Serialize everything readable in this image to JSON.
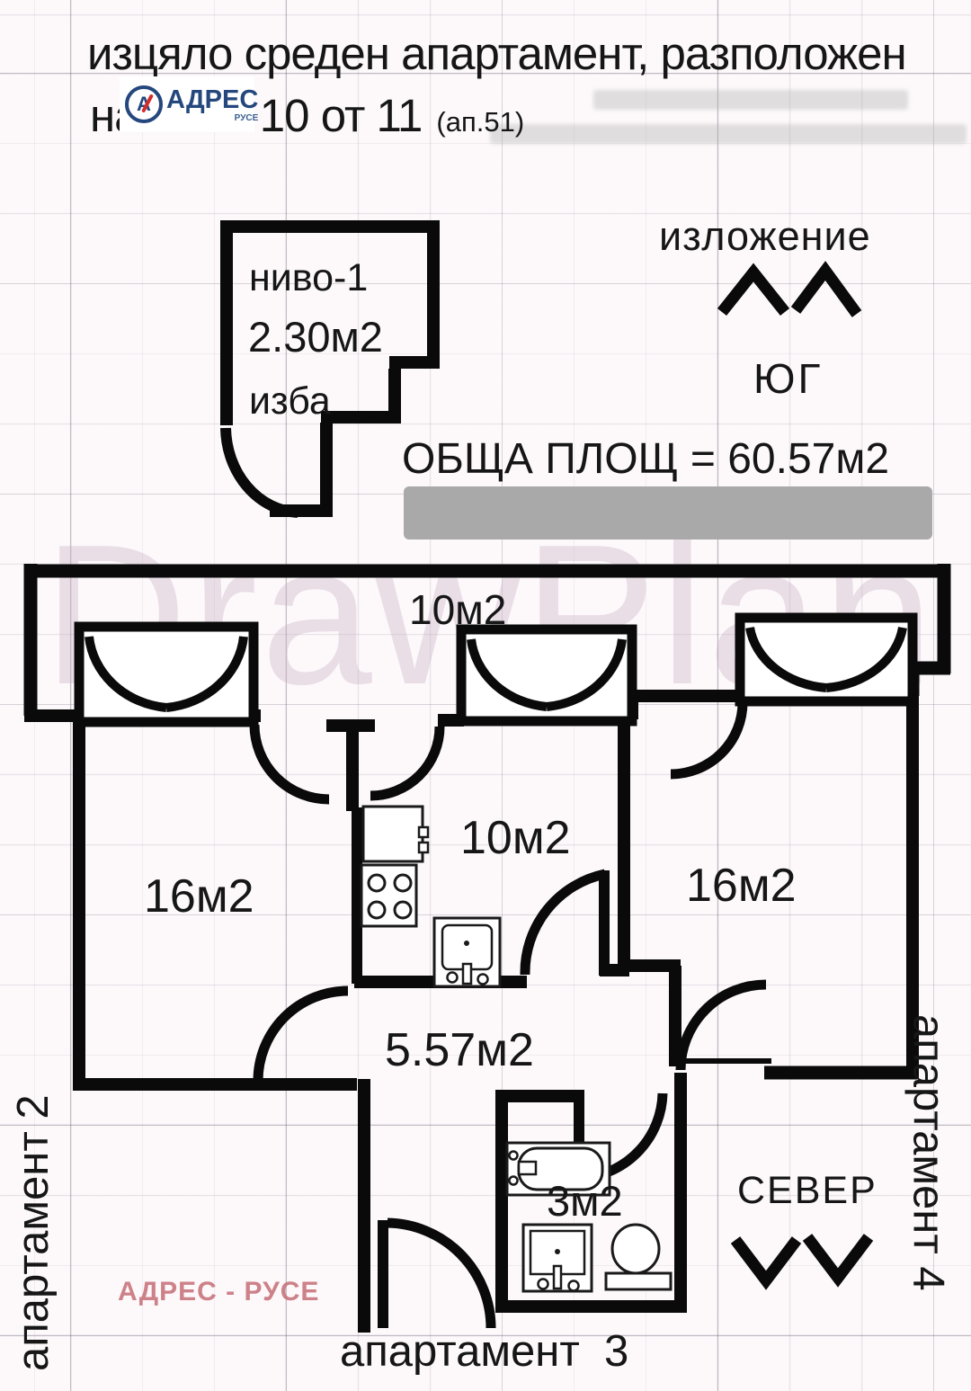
{
  "header": {
    "title_line1": "изцяло среден апартамент, разположен",
    "title_line2": "на етаж 10 от 11",
    "title_suffix": "(ап.51)",
    "logo": {
      "letter": "А",
      "name": "АДРЕС",
      "sub": "РУСЕ"
    }
  },
  "storage_room": {
    "line1": "ниво-1",
    "line2": "2.30м2",
    "line3": "изба"
  },
  "exposure": {
    "label": "изложение",
    "south": "ЮГ",
    "north": "СЕВЕР"
  },
  "total_area": "ОБЩА ПЛОЩ = 60.57м2",
  "rooms": {
    "balcony": "10м2",
    "room_left": "16м2",
    "kitchen": "10м2",
    "room_right": "16м2",
    "corridor": "5.57м2",
    "bathroom": "3м2"
  },
  "neighbors": {
    "left": "апартамент 2",
    "bottom": "апартамент  3",
    "right": "апартамент 4"
  },
  "watermarks": {
    "plan": "DrawPlan",
    "agency": "АДРЕС - РУСЕ"
  },
  "colors": {
    "wall": "#0a0a0a",
    "gray_bar": "#a9a9a9",
    "logo_navy": "#24477d",
    "logo_red": "#d42b2b",
    "watermark_pink": "#c67078"
  }
}
